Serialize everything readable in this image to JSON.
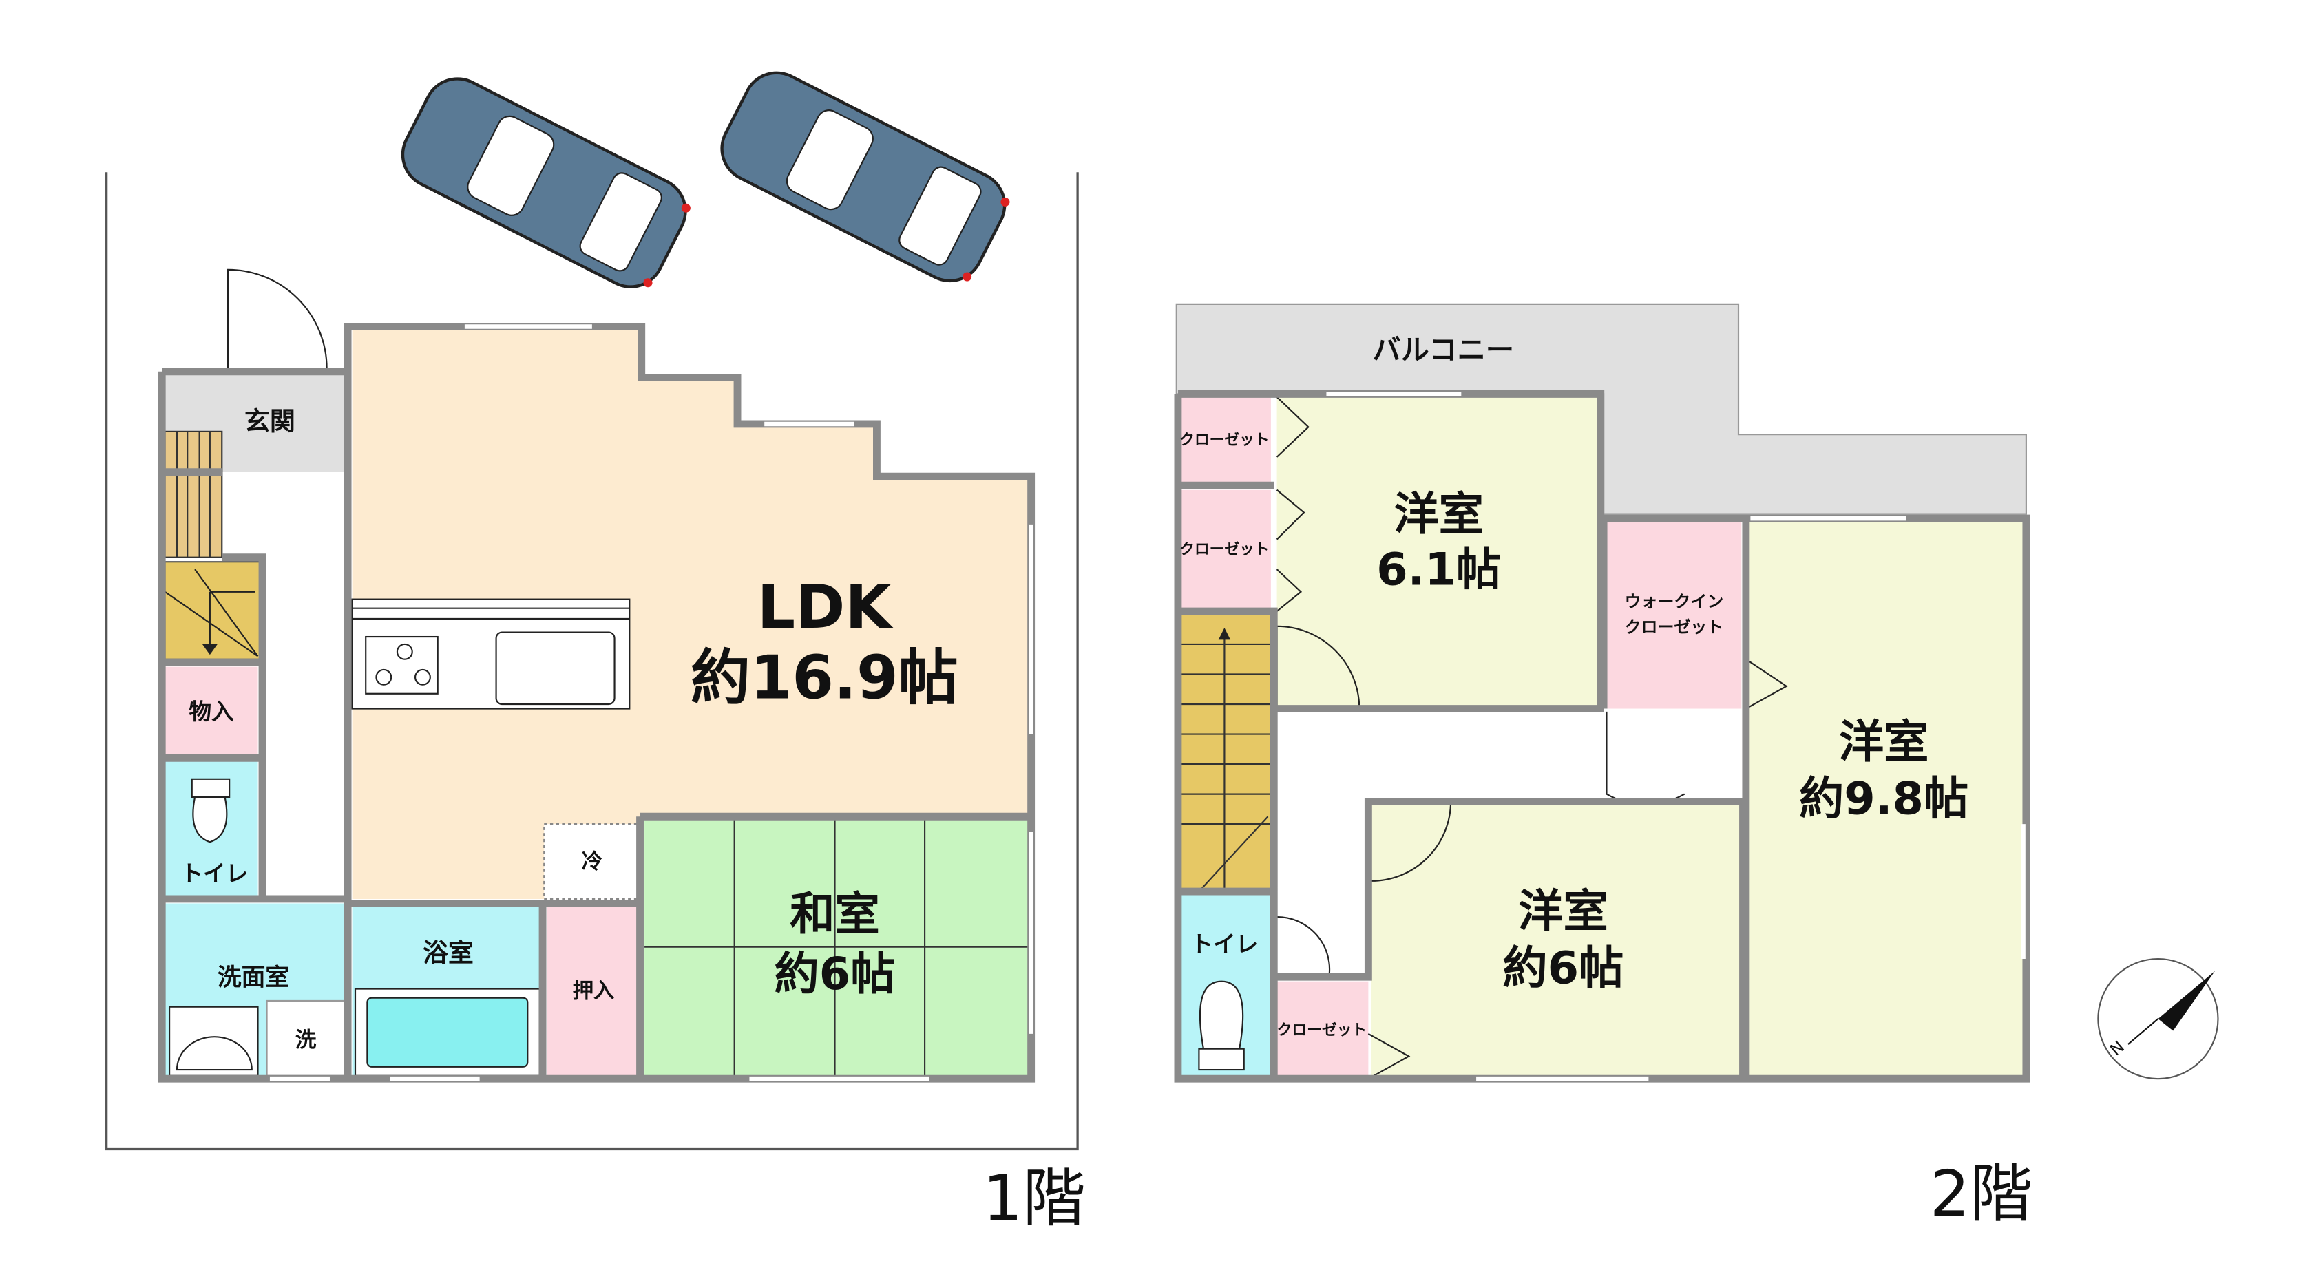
{
  "floor1": {
    "label": "1階",
    "rooms": {
      "genkan": "玄関",
      "storage": "物入",
      "toilet": "トイレ",
      "washroom": "洗面室",
      "washer": "洗",
      "bath": "浴室",
      "closet": "押入",
      "fridge": "冷",
      "ldk_name": "LDK",
      "ldk_size": "約16.9帖",
      "washitsu_name": "和室",
      "washitsu_size": "約6帖"
    }
  },
  "floor2": {
    "label": "2階",
    "rooms": {
      "balcony": "バルコニー",
      "closet_a": "クローゼット",
      "closet_b": "クローゼット",
      "closet_c": "クローゼット",
      "room1_name": "洋室",
      "room1_size": "6.1帖",
      "wic_line1": "ウォークイン",
      "wic_line2": "クローゼット",
      "room2_name": "洋室",
      "room2_size": "約9.8帖",
      "room3_name": "洋室",
      "room3_size": "約6帖",
      "toilet": "トイレ"
    }
  },
  "compass": {
    "label": "N"
  },
  "colors": {
    "wall": "#8a8a8a",
    "ldk": "#fdebd0",
    "washitsu": "#c8f5c0",
    "youshitsu": "#f5f8d8",
    "closet": "#fcd8e0",
    "water": "#b8f4f8",
    "entry": "#e0e0e0",
    "stairs": "#e6c865",
    "car": "#5a7a95"
  }
}
